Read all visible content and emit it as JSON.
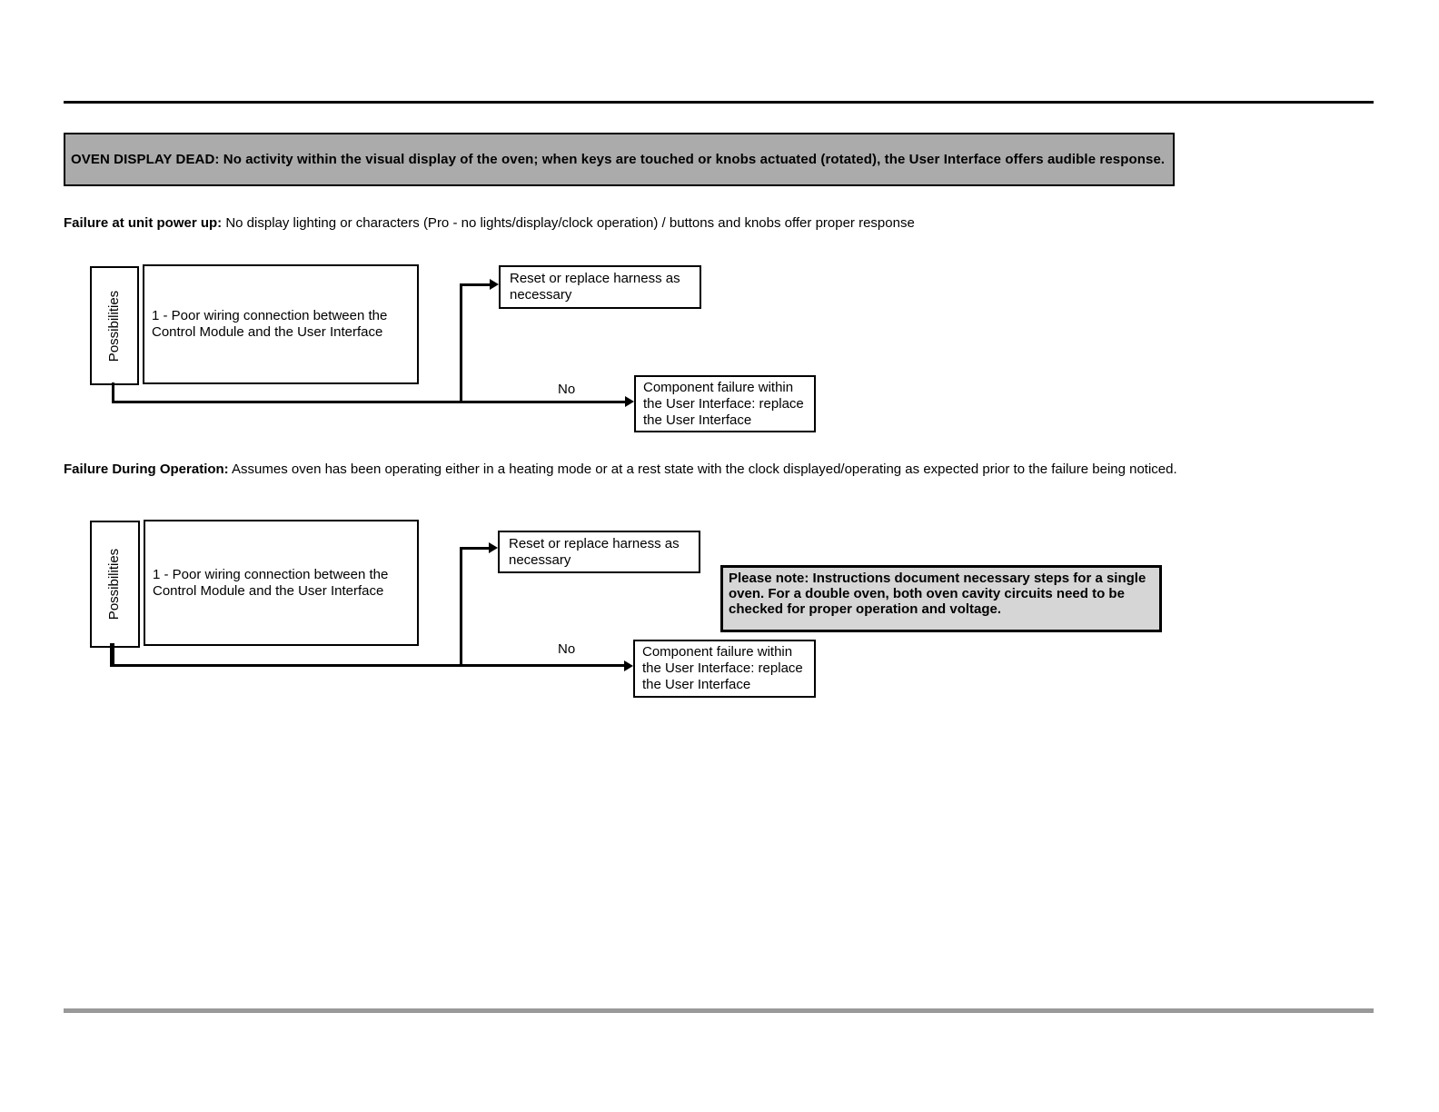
{
  "banner": {
    "text": "OVEN DISPLAY DEAD: No activity within the visual display of the oven; when keys are touched or knobs actuated (rotated), the User Interface offers audible response."
  },
  "sections": [
    {
      "heading_bold": "Failure at unit power up:",
      "heading_rest": " No display lighting or characters (Pro - no lights/display/clock operation) / buttons and knobs offer proper response",
      "possibilities_label": "Possibilities",
      "cause": "1 - Poor wiring connection between the\nControl Module and the User Interface",
      "harness_outcome": "Reset or replace harness as\nnecessary",
      "no_label": "No",
      "component_outcome": "Component failure within\nthe User Interface: replace\nthe User Interface"
    },
    {
      "heading_bold": "Failure During Operation:",
      "heading_rest": " Assumes oven has been operating either in a heating mode or at a rest state with the clock displayed/operating as expected prior to the failure being noticed.",
      "possibilities_label": "Possibilities",
      "cause": "1 - Poor wiring connection between the\nControl Module and the User Interface",
      "harness_outcome": "Reset or replace harness as\nnecessary",
      "no_label": "No",
      "component_outcome": "Component failure within\nthe User Interface: replace\nthe User Interface"
    }
  ],
  "note": {
    "text": "Please note: Instructions document necessary steps for a single\noven.  For a double oven, both oven cavity circuits need to be\nchecked for proper operation and voltage."
  },
  "colors": {
    "banner_bg": "#ababab",
    "note_bg": "#d6d6d6",
    "rule_top": "#000000",
    "rule_bottom": "#999999"
  }
}
